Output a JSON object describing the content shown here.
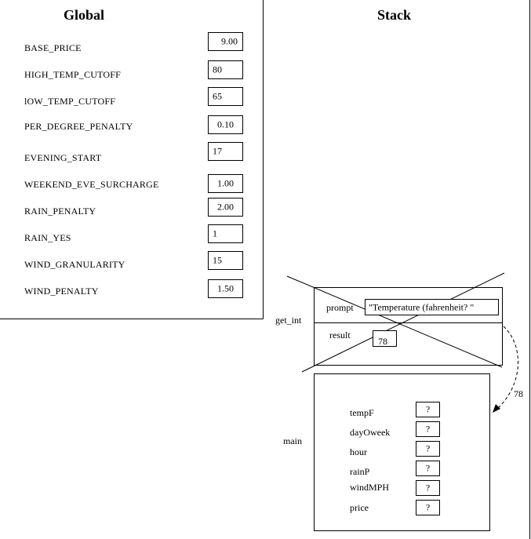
{
  "global": {
    "title": "Global",
    "variables": [
      {
        "name": "BASE_PRICE",
        "value": "9.00"
      },
      {
        "name": "HIGH_TEMP_CUTOFF",
        "value": "80"
      },
      {
        "name": "lOW_TEMP_CUTOFF",
        "value": "65"
      },
      {
        "name": "PER_DEGREE_PENALTY",
        "value": "0.10"
      },
      {
        "name": "EVENING_START",
        "value": "17"
      },
      {
        "name": "WEEKEND_EVE_SURCHARGE",
        "value": "1.00"
      },
      {
        "name": "RAIN_PENALTY",
        "value": "2.00"
      },
      {
        "name": "RAIN_YES",
        "value": "1"
      },
      {
        "name": "WIND_GRANULARITY",
        "value": "15"
      },
      {
        "name": "WIND_PENALTY",
        "value": "1.50"
      }
    ]
  },
  "stack": {
    "title": "Stack",
    "frames": {
      "get_int": {
        "label": "get_int",
        "prompt": {
          "name": "prompt",
          "value": "\"Temperature (fahrenheit? \""
        },
        "result": {
          "name": "result",
          "value": "78"
        }
      },
      "main": {
        "label": "main",
        "variables": [
          {
            "name": "tempF",
            "value": "?"
          },
          {
            "name": "dayOweek",
            "value": "?"
          },
          {
            "name": "hour",
            "value": "?"
          },
          {
            "name": "rainP",
            "value": "?"
          },
          {
            "name": "windMPH",
            "value": "?"
          },
          {
            "name": "price",
            "value": "?"
          }
        ]
      }
    },
    "return_arrow_label": "78"
  }
}
